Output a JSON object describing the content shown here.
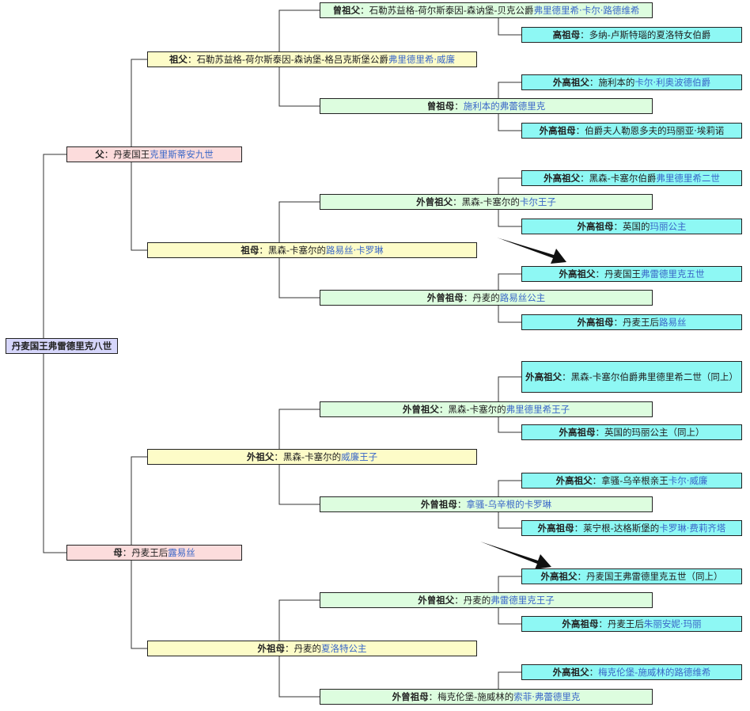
{
  "root": {
    "name": "丹麦国王弗雷德里克八世"
  },
  "nodes": {
    "father": {
      "label": "父",
      "parts": [
        "丹麦国王",
        "克里斯蒂安九世"
      ]
    },
    "mother": {
      "label": "母",
      "parts": [
        "丹麦王后",
        "露易丝"
      ]
    },
    "pgf": {
      "label": "祖父",
      "parts": [
        "石勒苏益格-荷尔斯泰因-森讷堡-格吕克斯堡公爵",
        "弗里德里希·威廉"
      ]
    },
    "pgm": {
      "label": "祖母",
      "parts": [
        "黑森-卡塞尔的",
        "路易丝·卡罗琳"
      ]
    },
    "mgf": {
      "label": "外祖父",
      "parts": [
        "黑森-卡塞尔的",
        "威廉王子"
      ]
    },
    "mgm": {
      "label": "外祖母",
      "parts": [
        "丹麦的",
        "夏洛特公主"
      ]
    },
    "ggf1": {
      "label": "曾祖父",
      "parts": [
        "石勒苏益格-荷尔斯泰因-森讷堡-贝克公爵",
        "弗里德里希·卡尔·路德维希"
      ]
    },
    "ggm1": {
      "label": "曾祖母",
      "parts": [
        "",
        "施利本的弗蕾德里克"
      ]
    },
    "ggf2": {
      "label": "外曾祖父",
      "parts": [
        "黑森-卡塞尔的",
        "卡尔王子"
      ]
    },
    "ggm2": {
      "label": "外曾祖母",
      "parts": [
        "丹麦的",
        "路易丝公主"
      ]
    },
    "ggf3": {
      "label": "外曾祖父",
      "parts": [
        "黑森-卡塞尔的",
        "弗里德里希王子"
      ]
    },
    "ggm3": {
      "label": "外曾祖母",
      "parts": [
        "",
        "拿骚-乌辛根的卡罗琳"
      ]
    },
    "ggf4": {
      "label": "外曾祖父",
      "parts": [
        "丹麦的",
        "弗雷德里克王子"
      ]
    },
    "ggm4": {
      "label": "外曾祖母",
      "parts": [
        "梅克伦堡-施威林的",
        "索菲·弗蕾德里克"
      ]
    },
    "g1": {
      "label": "高祖母",
      "parts": [
        "多纳-卢斯特瑙的夏洛特女伯爵",
        ""
      ]
    },
    "g2": {
      "label": "外高祖父",
      "parts": [
        "施利本的",
        "卡尔·利奥波德伯爵"
      ]
    },
    "g3": {
      "label": "外高祖母",
      "parts": [
        "伯爵夫人勒恩多夫的玛丽亚·埃莉诺",
        ""
      ]
    },
    "g4": {
      "label": "外高祖父",
      "parts": [
        "黑森-卡塞尔伯爵",
        "弗里德里希二世"
      ]
    },
    "g5": {
      "label": "外高祖母",
      "parts": [
        "英国的",
        "玛丽公主"
      ]
    },
    "g6": {
      "label": "外高祖父",
      "parts": [
        "丹麦国王",
        "弗雷德里克五世"
      ]
    },
    "g7": {
      "label": "外高祖母",
      "parts": [
        "丹麦王后",
        "路易丝"
      ]
    },
    "g8": {
      "label": "外高祖父",
      "parts": [
        "黑森-卡塞尔伯爵弗里德里希二世（同上）",
        ""
      ]
    },
    "g9": {
      "label": "外高祖母",
      "parts": [
        "英国的玛丽公主（同上）",
        ""
      ]
    },
    "g10": {
      "label": "外高祖父",
      "parts": [
        "拿骚-乌辛根亲王",
        "卡尔·威廉"
      ]
    },
    "g11": {
      "label": "外高祖母",
      "parts": [
        "莱宁根-达格斯堡的",
        "卡罗琳·费莉齐塔"
      ]
    },
    "g12": {
      "label": "外高祖父",
      "parts": [
        "丹麦国王弗雷德里克五世（同上）",
        ""
      ]
    },
    "g13": {
      "label": "外高祖母",
      "parts": [
        "丹麦王后",
        "朱丽安妮·玛丽"
      ]
    },
    "g14": {
      "label": "外高祖父",
      "parts": [
        "",
        "梅克伦堡-施威林的路德维希"
      ]
    }
  }
}
